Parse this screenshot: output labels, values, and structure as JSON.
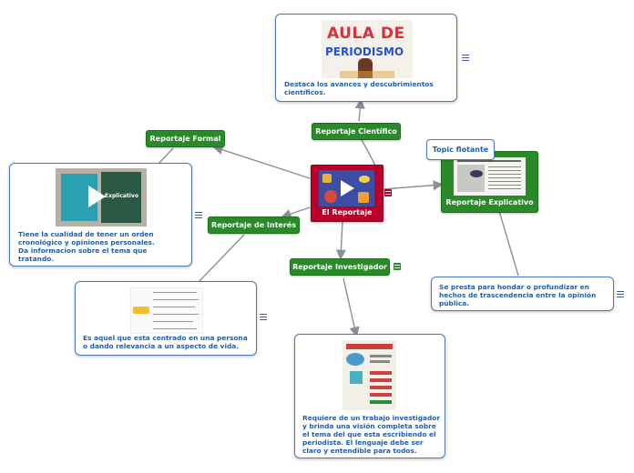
{
  "central": {
    "label": "El Reportaje",
    "color": "#b8002a"
  },
  "topics": {
    "formal": "Reportaje Formal",
    "cientifico": "Reportaje Científico",
    "interes": "Reportaje de Interés",
    "investigador": "Reportaje Investigador",
    "explicativo": "Reportaje Explicativo",
    "floating": "Topic flotante"
  },
  "notes": {
    "cientifico": "Destaca los avances y descubrimientos científicos.",
    "formal": "Tiene la cualidad de tener un orden cronológico y opiniones personales. Da informacion sobre el tema que tratando.",
    "interes": "Es aquel que esta centrado en una persona o dando relevancia a un aspecto de vida.",
    "investigador": "Requiere de un trabajo investigador y brinda una visión completa sobre el tema del que esta escribiendo el periodista. El lenguaje debe ser claro y entendible para todos.",
    "explicativo": "Se presta para hondar o profundizar en hechos de trascendencia entre la opinión pública."
  },
  "images": {
    "aula_line1": "AULA DE",
    "aula_line2": "PERIODISMO",
    "explicativo_thumb": "Explicativo"
  },
  "colors": {
    "topic_green": "#2a8a2a",
    "note_text": "#1a5fb4",
    "card_border": "#4a7ab8",
    "line": "#8a8f99"
  }
}
